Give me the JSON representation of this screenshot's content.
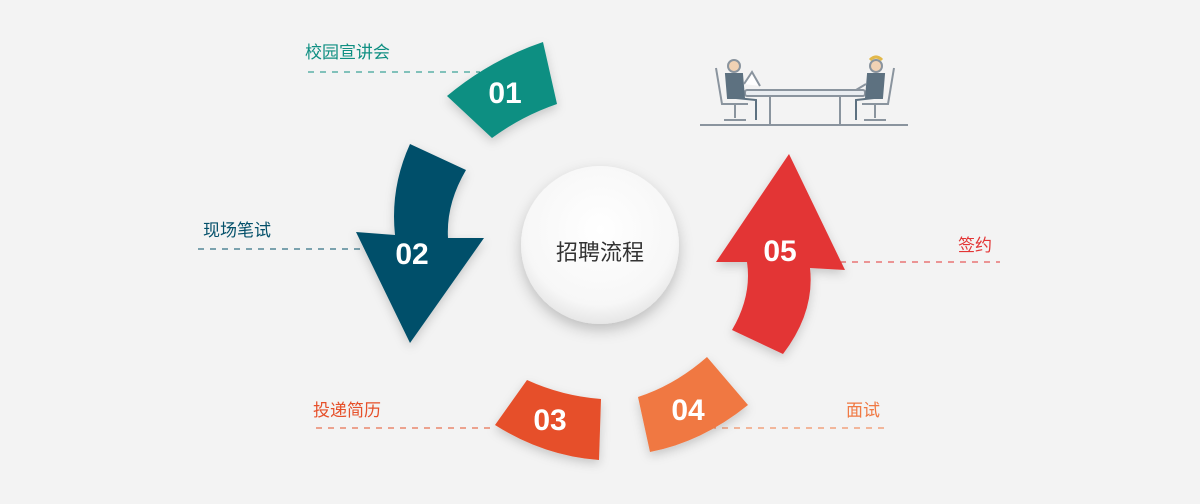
{
  "center": {
    "title": "招聘流程"
  },
  "steps": [
    {
      "number": "01",
      "label": "校园宣讲会",
      "color": "#0f8f82"
    },
    {
      "number": "02",
      "label": "现场笔试",
      "color": "#03506a"
    },
    {
      "number": "03",
      "label": "投递简历",
      "color": "#e6502a"
    },
    {
      "number": "04",
      "label": "面试",
      "color": "#f07842"
    },
    {
      "number": "05",
      "label": "签约",
      "color": "#e33535"
    }
  ],
  "illustration": {
    "icon": "interview-meeting-icon",
    "scene": "two people seated at a table"
  }
}
